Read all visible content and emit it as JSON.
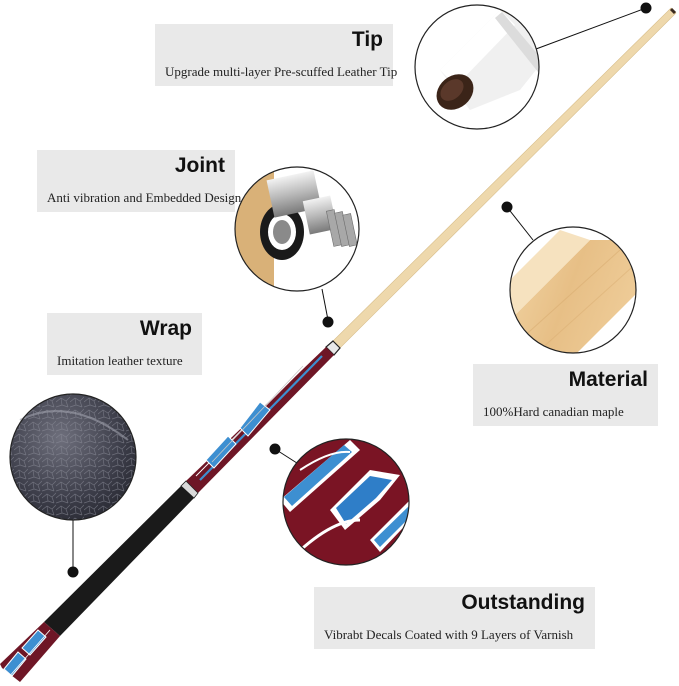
{
  "features": [
    {
      "title": "Tip",
      "description": "Upgrade multi-layer Pre-scuffed Leather Tip"
    },
    {
      "title": "Joint",
      "description": "Anti vibration and Embedded Design"
    },
    {
      "title": "Wrap",
      "description": "Imitation leather texture"
    },
    {
      "title": "Material",
      "description": "100%Hard canadian maple"
    },
    {
      "title": "Outstanding",
      "description": "Vibrabt Decals Coated with 9 Layers of Varnish"
    }
  ],
  "colors": {
    "label_background": "#e9e9e9",
    "shaft_maple": "#f1dcb0",
    "butt_red": "#6e1626",
    "wrap_black": "#1a1a1a",
    "decal_blue": "#3d8fd1"
  }
}
